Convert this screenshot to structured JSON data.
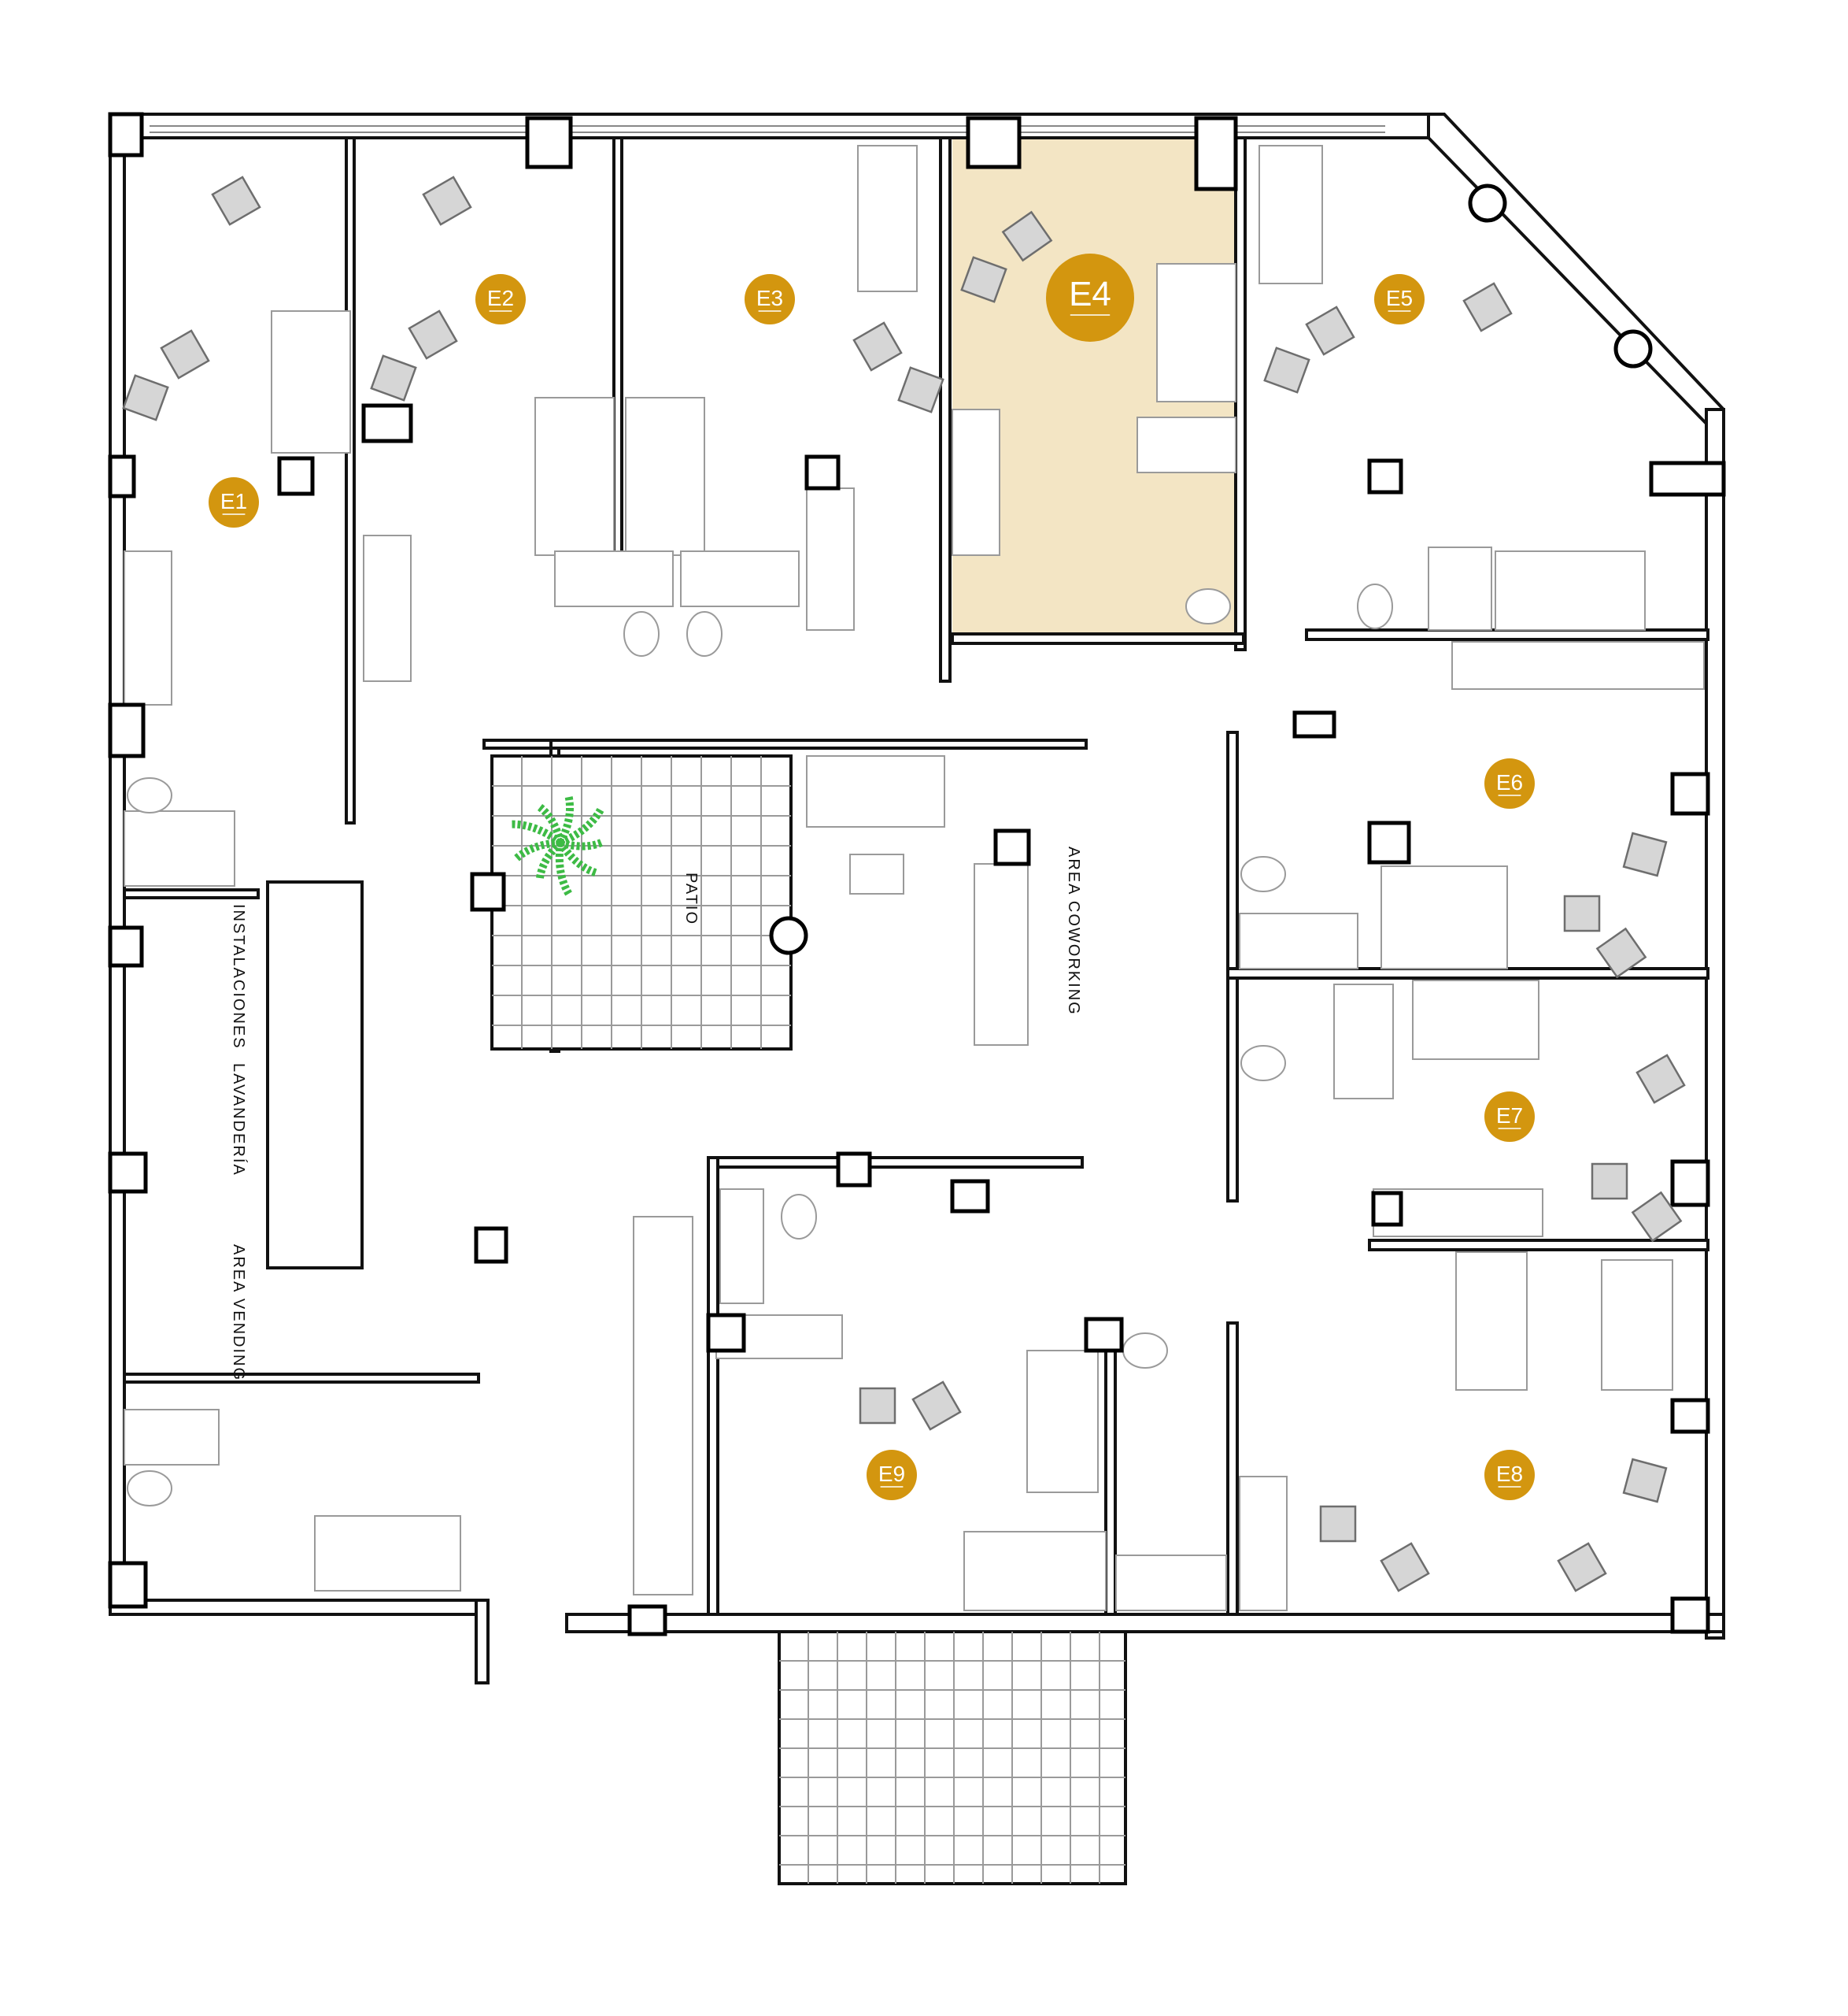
{
  "colors": {
    "badge": "#D3960F",
    "highlight": "#F3E5C4",
    "plant": "#3DBB45",
    "wall": "#111111",
    "furniture": "#9A9A9A"
  },
  "units": [
    {
      "id": "E1",
      "label": "E1",
      "highlighted": false
    },
    {
      "id": "E2",
      "label": "E2",
      "highlighted": false
    },
    {
      "id": "E3",
      "label": "E3",
      "highlighted": false
    },
    {
      "id": "E4",
      "label": "E4",
      "highlighted": true
    },
    {
      "id": "E5",
      "label": "E5",
      "highlighted": false
    },
    {
      "id": "E6",
      "label": "E6",
      "highlighted": false
    },
    {
      "id": "E7",
      "label": "E7",
      "highlighted": false
    },
    {
      "id": "E8",
      "label": "E8",
      "highlighted": false
    },
    {
      "id": "E9",
      "label": "E9",
      "highlighted": false
    }
  ],
  "areas": {
    "patio": "PATIO",
    "coworking": "AREA COWORKING",
    "instalaciones": "INSTALACIONES",
    "lavanderia": "LAVANDERÍA",
    "vending": "AREA VENDING"
  },
  "icons": [
    "palm-plant-icon",
    "chair-icon",
    "sink-icon",
    "toilet-icon",
    "shower-icon",
    "cooktop-icon",
    "column-icon"
  ]
}
